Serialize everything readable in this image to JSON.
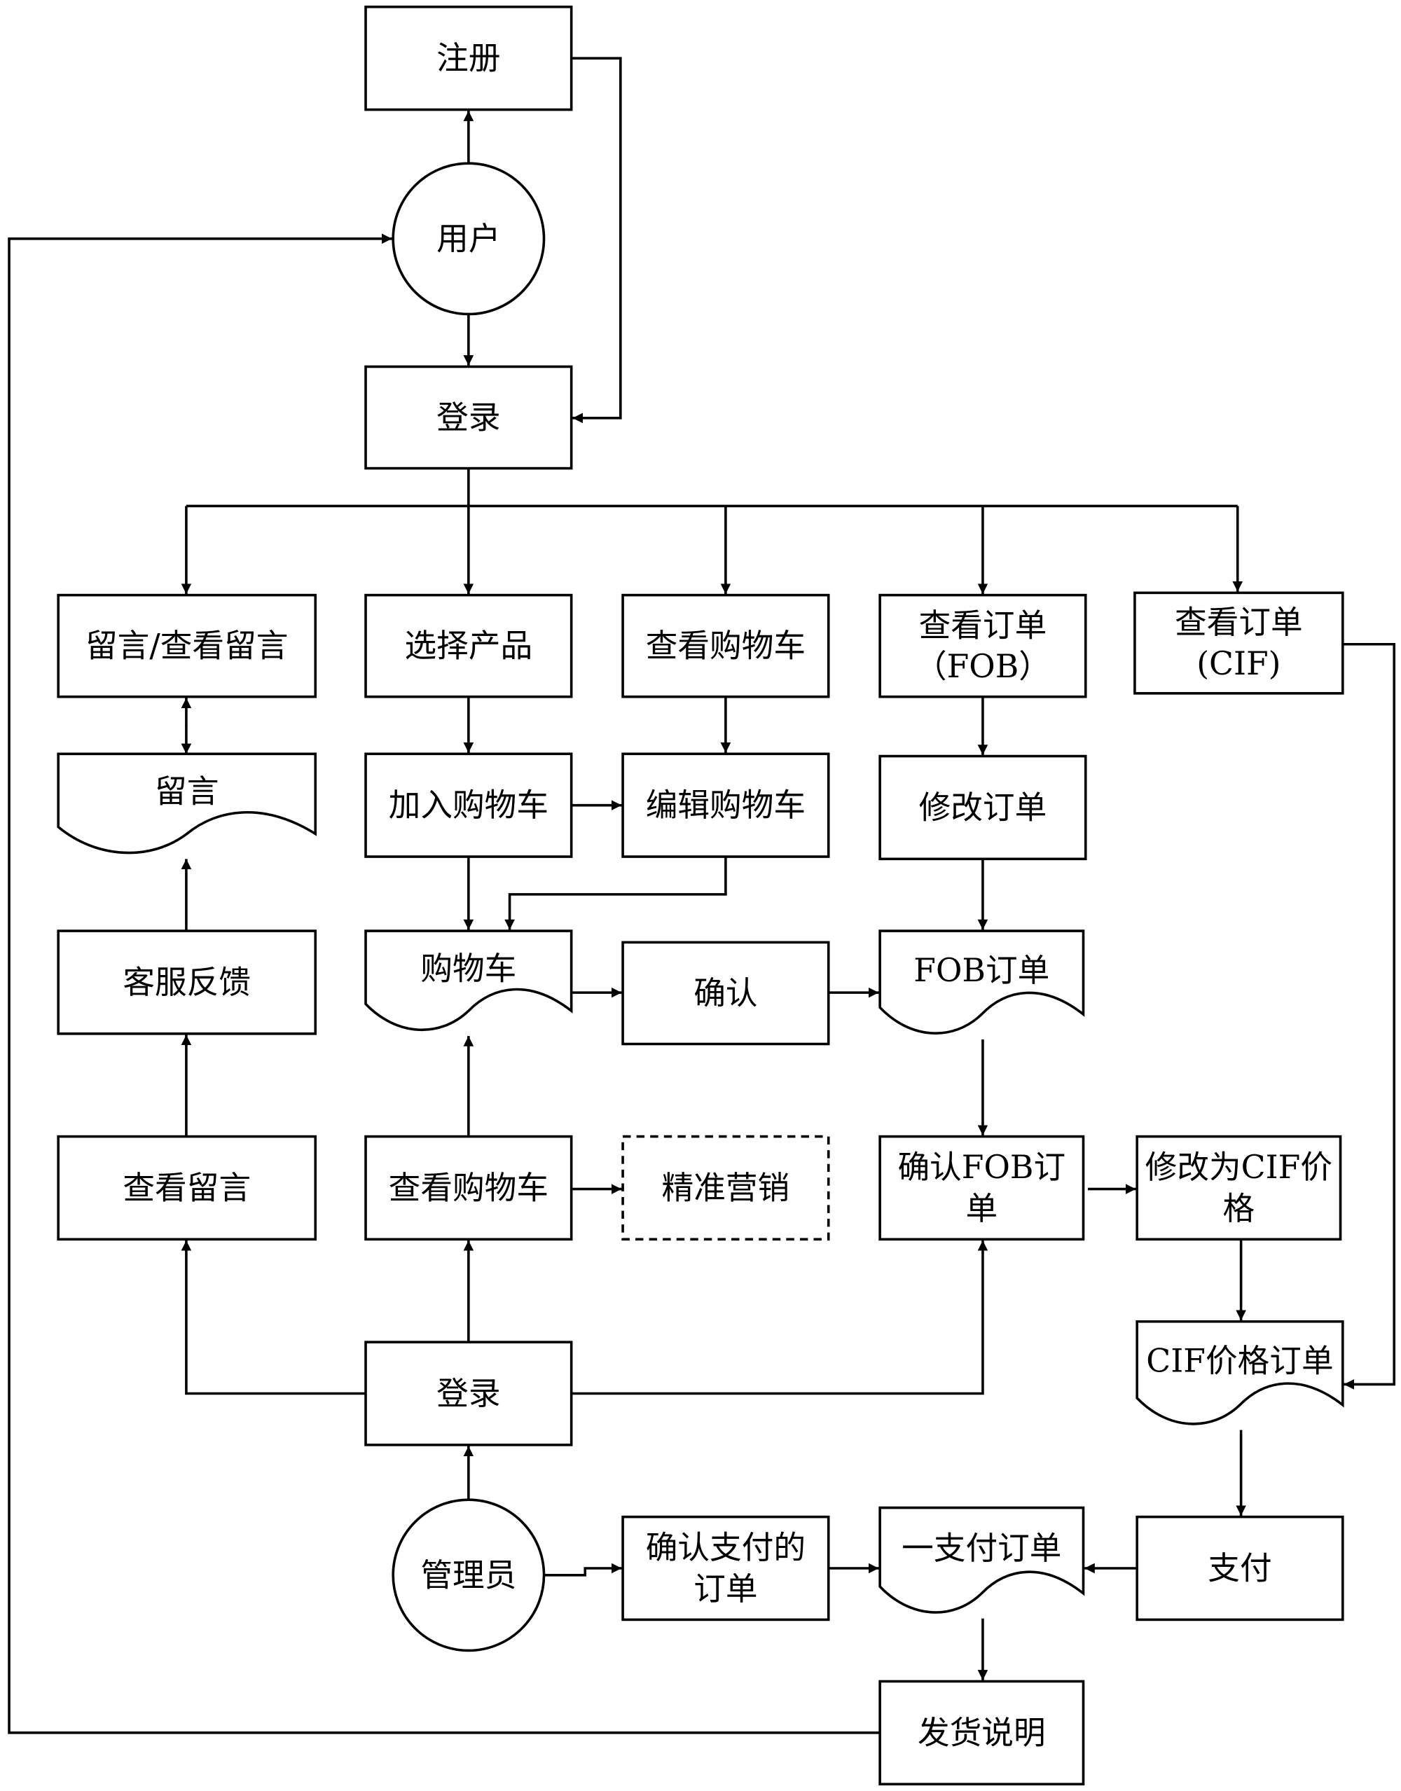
{
  "diagram": {
    "type": "flowchart",
    "colors": {
      "stroke": "#000000",
      "fill": "#ffffff",
      "text": "#000000"
    },
    "nodes": {
      "register": {
        "shape": "rect",
        "lines": [
          "注册"
        ]
      },
      "user": {
        "shape": "circle",
        "lines": [
          "用户"
        ]
      },
      "login_user": {
        "shape": "rect",
        "lines": [
          "登录"
        ]
      },
      "message_view": {
        "shape": "rect",
        "lines": [
          "留言/查看留言"
        ]
      },
      "select_product": {
        "shape": "rect",
        "lines": [
          "选择产品"
        ]
      },
      "view_cart_top": {
        "shape": "rect",
        "lines": [
          "查看购物车"
        ]
      },
      "view_order_fob": {
        "shape": "rect",
        "lines": [
          "查看订单",
          "（FOB）"
        ]
      },
      "view_order_cif": {
        "shape": "rect",
        "lines": [
          "查看订单",
          "(CIF)"
        ]
      },
      "message_doc": {
        "shape": "document",
        "lines": [
          "留言"
        ]
      },
      "add_to_cart": {
        "shape": "rect",
        "lines": [
          "加入购物车"
        ]
      },
      "edit_cart": {
        "shape": "rect",
        "lines": [
          "编辑购物车"
        ]
      },
      "modify_order": {
        "shape": "rect",
        "lines": [
          "修改订单"
        ]
      },
      "service_feedback": {
        "shape": "rect",
        "lines": [
          "客服反馈"
        ]
      },
      "cart_doc": {
        "shape": "document",
        "lines": [
          "购物车"
        ]
      },
      "confirm": {
        "shape": "rect",
        "lines": [
          "确认"
        ]
      },
      "fob_order_doc": {
        "shape": "document",
        "lines": [
          "FOB订单"
        ]
      },
      "view_messages_admin": {
        "shape": "rect",
        "lines": [
          "查看留言"
        ]
      },
      "view_cart_admin": {
        "shape": "rect",
        "lines": [
          "查看购物车"
        ]
      },
      "precision_marketing": {
        "shape": "rect-dashed",
        "lines": [
          "精准营销"
        ]
      },
      "confirm_fob_order": {
        "shape": "rect",
        "lines": [
          "确认FOB订",
          "单"
        ]
      },
      "modify_to_cif": {
        "shape": "rect",
        "lines": [
          "修改为CIF价",
          "格"
        ]
      },
      "cif_price_order_doc": {
        "shape": "document",
        "lines": [
          "CIF价格订单"
        ]
      },
      "login_admin": {
        "shape": "rect",
        "lines": [
          "登录"
        ]
      },
      "admin": {
        "shape": "circle",
        "lines": [
          "管理员"
        ]
      },
      "confirm_paid_orders": {
        "shape": "rect",
        "lines": [
          "确认支付的",
          "订单"
        ]
      },
      "paid_order_doc": {
        "shape": "document",
        "lines": [
          "一支付订单"
        ]
      },
      "payment": {
        "shape": "rect",
        "lines": [
          "支付"
        ]
      },
      "shipping_notice": {
        "shape": "rect",
        "lines": [
          "发货说明"
        ]
      }
    },
    "edges": [
      {
        "from": "user",
        "to": "register"
      },
      {
        "from": "register",
        "to": "login_user"
      },
      {
        "from": "user",
        "to": "login_user"
      },
      {
        "from": "login_user",
        "to": "message_view"
      },
      {
        "from": "login_user",
        "to": "select_product"
      },
      {
        "from": "login_user",
        "to": "view_cart_top"
      },
      {
        "from": "login_user",
        "to": "view_order_fob"
      },
      {
        "from": "login_user",
        "to": "view_order_cif"
      },
      {
        "from": "message_view",
        "to": "message_doc",
        "bidirectional": true
      },
      {
        "from": "select_product",
        "to": "add_to_cart"
      },
      {
        "from": "view_cart_top",
        "to": "edit_cart"
      },
      {
        "from": "view_order_fob",
        "to": "modify_order"
      },
      {
        "from": "add_to_cart",
        "to": "edit_cart"
      },
      {
        "from": "add_to_cart",
        "to": "cart_doc"
      },
      {
        "from": "edit_cart",
        "to": "cart_doc"
      },
      {
        "from": "modify_order",
        "to": "fob_order_doc"
      },
      {
        "from": "service_feedback",
        "to": "message_doc"
      },
      {
        "from": "cart_doc",
        "to": "confirm"
      },
      {
        "from": "confirm",
        "to": "fob_order_doc"
      },
      {
        "from": "fob_order_doc",
        "to": "confirm_fob_order"
      },
      {
        "from": "view_messages_admin",
        "to": "service_feedback"
      },
      {
        "from": "view_cart_admin",
        "to": "cart_doc"
      },
      {
        "from": "view_cart_admin",
        "to": "precision_marketing"
      },
      {
        "from": "confirm_fob_order",
        "to": "modify_to_cif"
      },
      {
        "from": "modify_to_cif",
        "to": "cif_price_order_doc"
      },
      {
        "from": "view_order_cif",
        "to": "cif_price_order_doc"
      },
      {
        "from": "login_admin",
        "to": "view_messages_admin"
      },
      {
        "from": "login_admin",
        "to": "view_cart_admin"
      },
      {
        "from": "login_admin",
        "to": "confirm_fob_order"
      },
      {
        "from": "admin",
        "to": "login_admin"
      },
      {
        "from": "admin",
        "to": "confirm_paid_orders"
      },
      {
        "from": "confirm_paid_orders",
        "to": "paid_order_doc"
      },
      {
        "from": "cif_price_order_doc",
        "to": "payment"
      },
      {
        "from": "payment",
        "to": "paid_order_doc"
      },
      {
        "from": "paid_order_doc",
        "to": "shipping_notice"
      },
      {
        "from": "shipping_notice",
        "to": "user"
      }
    ]
  }
}
